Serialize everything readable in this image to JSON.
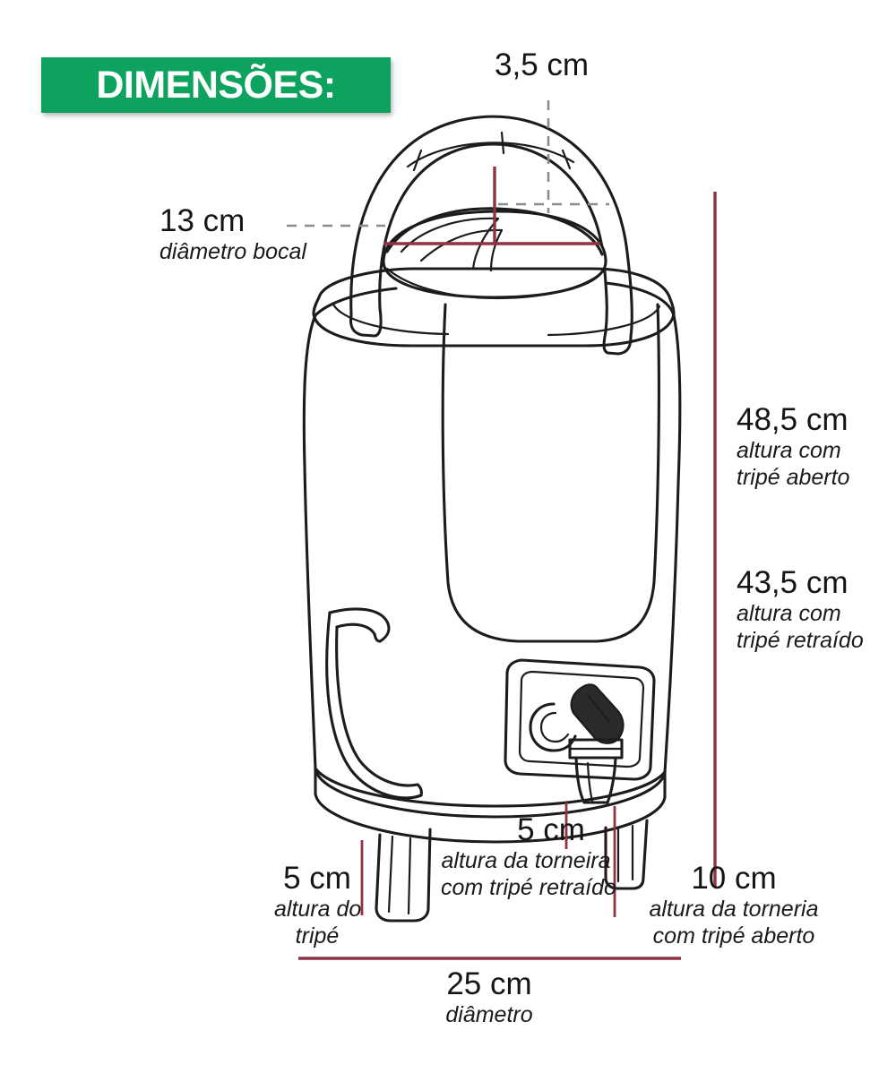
{
  "banner": {
    "label": "DIMENSÕES:",
    "background_color": "#0da35e",
    "text_color": "#ffffff"
  },
  "colors": {
    "brand_green": "#0da35e",
    "dimension_line": "#8d3343",
    "outline": "#1a1a1a",
    "background": "#ffffff"
  },
  "product": {
    "name": "botijao-termico-com-tripe",
    "description": "Botijão térmico com alça, tampa rosqueável, torneira frontal e tripé retrátil"
  },
  "dimensions": {
    "lid_height": {
      "value": "3,5 cm",
      "caption": ""
    },
    "mouth_diameter": {
      "value": "13 cm",
      "caption": "diâmetro bocal"
    },
    "height_tripod_open": {
      "value": "48,5 cm",
      "caption_line1": "altura com",
      "caption_line2": "tripé aberto"
    },
    "height_tripod_retracted": {
      "value": "43,5 cm",
      "caption_line1": "altura com",
      "caption_line2": "tripé retraído"
    },
    "tripod_height": {
      "value": "5 cm",
      "caption_line1": "altura do",
      "caption_line2": "tripé"
    },
    "tap_height_retracted": {
      "value": "5 cm",
      "caption_line1": "altura da torneira",
      "caption_line2": "com tripé retraído"
    },
    "tap_height_open": {
      "value": "10 cm",
      "caption_line1": "altura da torneria",
      "caption_line2": "com tripé aberto"
    },
    "base_diameter": {
      "value": "25 cm",
      "caption": "diâmetro"
    }
  }
}
